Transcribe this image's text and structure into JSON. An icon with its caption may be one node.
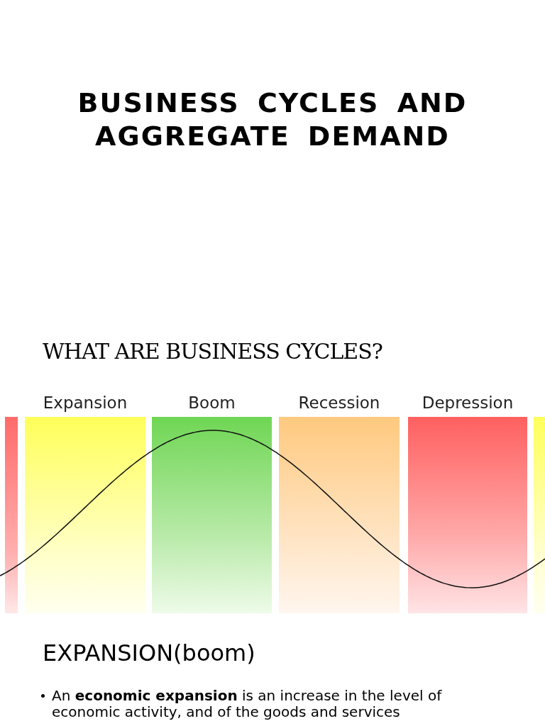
{
  "diagram": {
    "title": "BUSINESS CYCLES AND AGGREGATE DEMAND",
    "nodes": [
      {
        "text": [],
        "shape": "bar"
      },
      {
        "text": [
          "Expansion"
        ]
      },
      {
        "text": [
          "Boom"
        ]
      },
      {
        "text": [
          "Recession"
        ]
      },
      {
        "text": [
          "Depression"
        ]
      },
      {
        "text": [],
        "shape": "bar"
      }
    ],
    "edges": [],
    "labels": [
      "WHAT ARE BUSINESS CYCLES?",
      "EXPANSION(boom)",
      "An **economic expansion** is an increase in the level of economic activity, and of the goods and services"
    ]
  }
}
